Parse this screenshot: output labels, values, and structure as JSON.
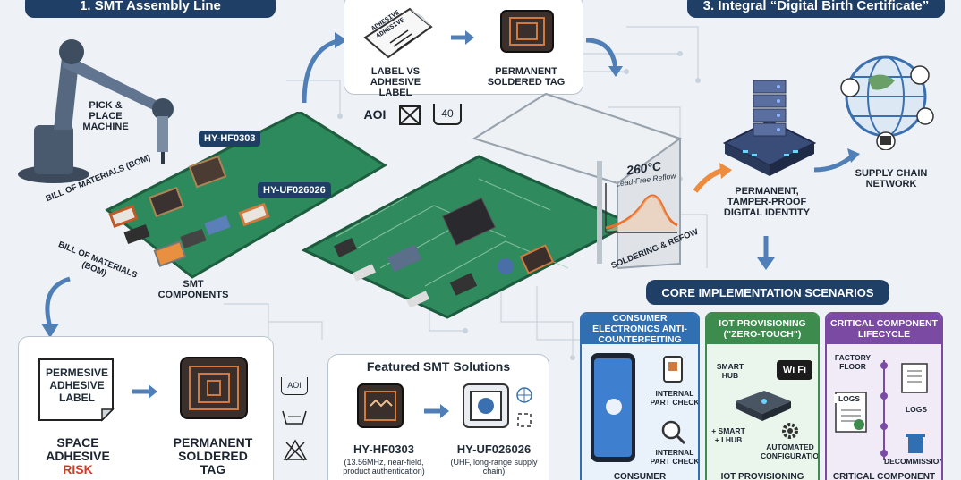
{
  "sections": {
    "smt_line": "1. SMT Assembly Line",
    "birth_cert": "3. Integral “Digital Birth Certificate”"
  },
  "smt_line": {
    "robot_label": "PICK & PLACE MACHINE",
    "bom_label_1": "BILL OF MATERIALS (BOM)",
    "bom_label_2": "BILL OF MATERIALS (BOM)",
    "components_label": "SMT COMPONENTS",
    "chip_tag_1": "HY-HF0303",
    "chip_tag_2": "HY-UF026026"
  },
  "label_compare": {
    "sticker_text": "ADHESIVE ADHESIVE",
    "label_left": "LABEL VS ADHESIVE LABEL",
    "label_right": "PERMANENT SOLDERED TAG"
  },
  "aoi": {
    "text": "AOI",
    "box_number": "40"
  },
  "oven": {
    "temperature": "260°C",
    "reflow_text": "Lead-Free Reflow",
    "soldering_label": "SOLDERING & REFOW"
  },
  "birth_cert": {
    "identity_label": "PERMANENT, TAMPER-PROOF DIGITAL IDENTITY",
    "network_label": "SUPPLY CHAIN NETWORK"
  },
  "core": {
    "title": "CORE IMPLEMENTATION SCENARIOS",
    "colors": {
      "blue": "#2f6fb2",
      "green": "#3e8b4e",
      "purple": "#7b4aa3"
    },
    "cards": [
      {
        "header": "CONSUMER ELECTRONICS ANTI-COUNTERFEITING",
        "item_1": "INTERNAL PART CHECK",
        "item_2": "INTERNAL PART CHECK",
        "footer": "CONSUMER ELECTRONICS"
      },
      {
        "header": "IOT PROVISIONING (\"ZERO-TOUCH\")",
        "item_1": "SMART HUB",
        "item_2": "+ SMART + I HUB",
        "item_3": "AUTOMATED CONFIGURATION",
        "wifi": "Wi Fi",
        "footer": "IOT PROVISIONING"
      },
      {
        "header": "CRITICAL COMPONENT LIFECYCLE",
        "item_1": "FACTORY FLOOR",
        "item_2": "LOGS",
        "item_3": "LOGS",
        "item_4": "DECOMMISSION",
        "footer": "CRITICAL COMPONENT"
      }
    ]
  },
  "bottom_left": {
    "sticker_text": "PERMESIVE ADHESIVE LABEL",
    "risk_line_1": "SPACE",
    "risk_line_2": "ADHESIVE",
    "risk_line_3": "RISK",
    "tag_label": "PERMANENT SOLDERED TAG",
    "aoi_small": "AOI"
  },
  "featured": {
    "title": "Featured SMT Solutions",
    "chip_1_name": "HY-HF0303",
    "chip_1_desc": "(13.56MHz, near-field, product authentication)",
    "chip_2_name": "HY-UF026026",
    "chip_2_desc": "(UHF, long-range supply chain)"
  }
}
